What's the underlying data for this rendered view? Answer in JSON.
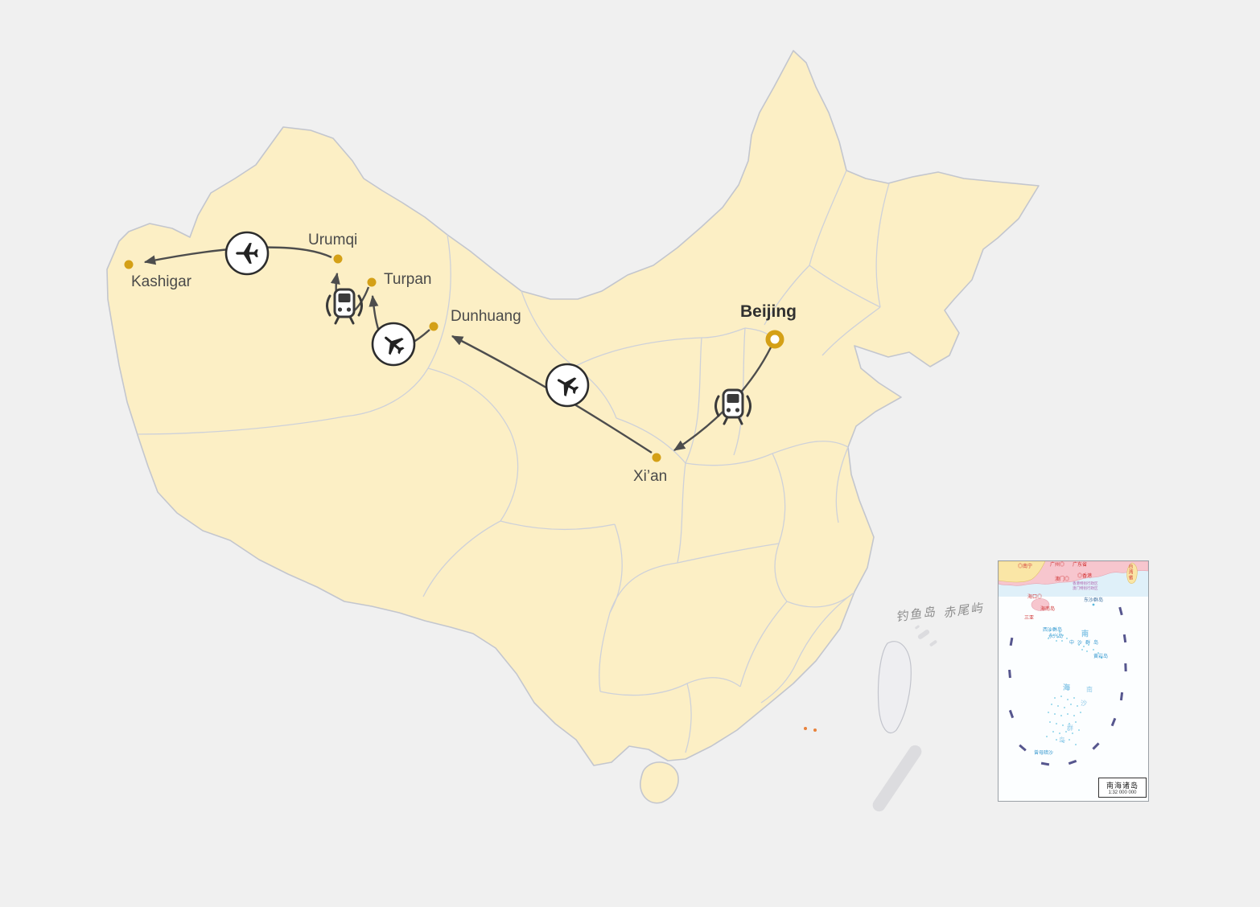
{
  "background": "#f0f0f0",
  "map": {
    "land_color": "#fcefc5",
    "border_color": "#c3c6ce",
    "province_border_color": "#ced1d9"
  },
  "route": {
    "line_color": "#4d4d4d",
    "stop_color": "#d4a017",
    "stops": [
      {
        "name": "Beijing",
        "origin": true
      },
      {
        "name": "Xi’an"
      },
      {
        "name": "Dunhuang"
      },
      {
        "name": "Turpan"
      },
      {
        "name": "Urumqi"
      },
      {
        "name": "Kashigar"
      }
    ],
    "legs": [
      {
        "from": "Beijing",
        "to": "Xi’an",
        "mode": "train"
      },
      {
        "from": "Xi’an",
        "to": "Dunhuang",
        "mode": "plane"
      },
      {
        "from": "Dunhuang",
        "to": "Turpan",
        "mode": "plane"
      },
      {
        "from": "Turpan",
        "to": "Urumqi",
        "mode": "train"
      },
      {
        "from": "Urumqi",
        "to": "Kashigar",
        "mode": "plane"
      }
    ]
  },
  "annotations": {
    "diaoyu": "钓鱼岛",
    "chiwei": "赤尾屿"
  },
  "inset": {
    "box_title": "南海诸岛",
    "scale": "1:32 000 000",
    "labels": {
      "nanning": "◎南宁",
      "guangzhou": "广州◎",
      "guangdong": "广东省",
      "hongkong": "◎香港",
      "macau": "澳门◎",
      "hk_sar": "香港特别行政区",
      "macau_sar": "澳门特别行政区",
      "haikou": "海口◎",
      "hainan": "海南岛",
      "sanya": "三亚",
      "taiwan": "台湾省",
      "dongsha": "东沙群岛",
      "xisha": "西沙群岛",
      "yongxing": "永兴岛",
      "zhongsha": "中沙群岛",
      "huangyan": "黄岩岛",
      "nan1": "南",
      "hai1": "海",
      "nansha_nan": "南",
      "nansha_sha": "沙",
      "nansha_qun": "群",
      "nansha_dao": "岛",
      "zengmu": "曾母暗沙"
    }
  }
}
